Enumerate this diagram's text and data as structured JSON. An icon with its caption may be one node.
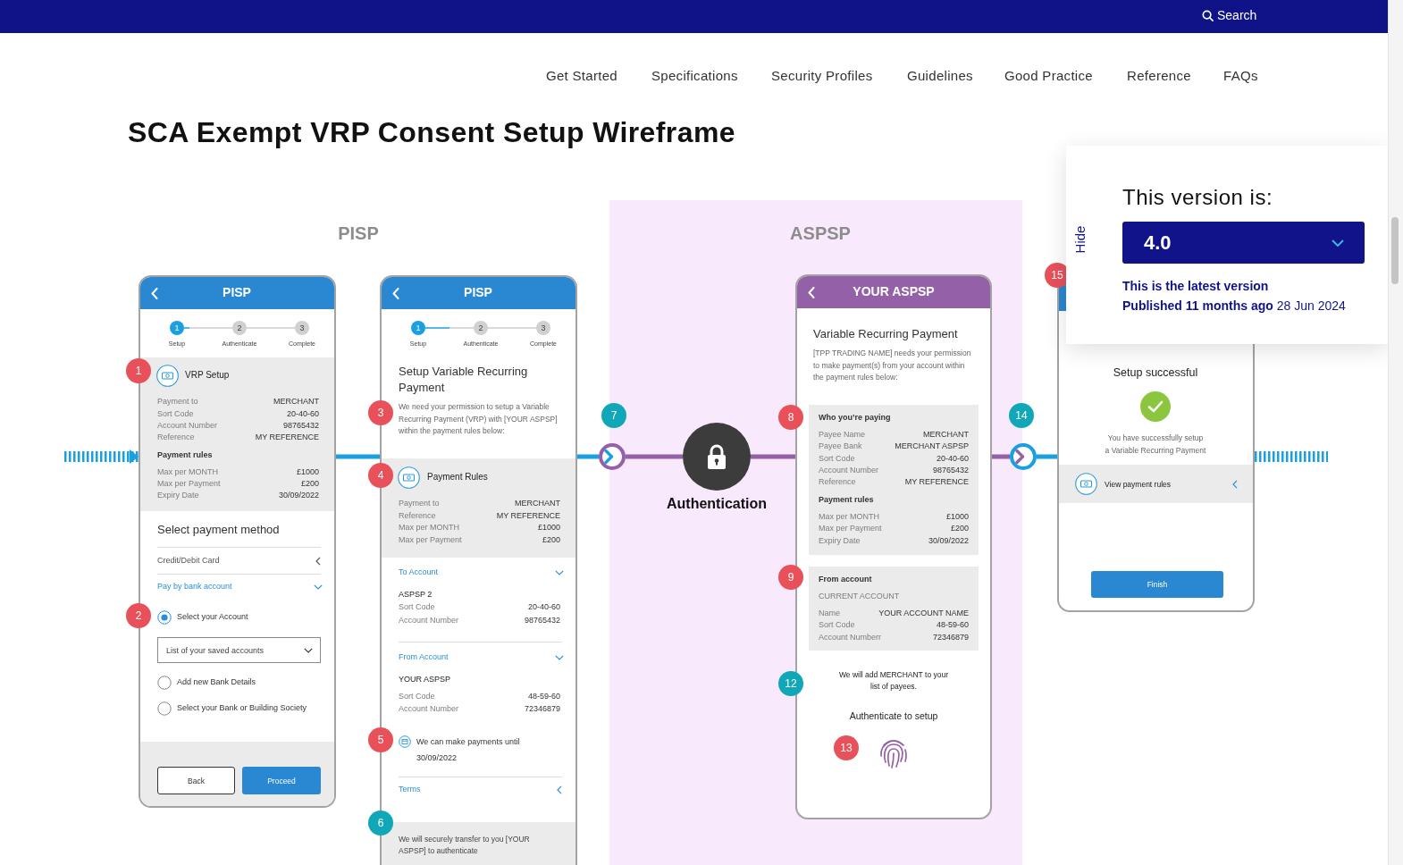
{
  "diagram": {
    "title": "SCA Exempt VRP Consent Setup Wireframe",
    "nodes": [
      {
        "text": [
          "Setup",
          "Authenticate",
          "Complete",
          "Select payment method",
          "Credit/Debit Card",
          "Pay by bank account",
          "Select your Account",
          "Add new Bank Details",
          "Select your Bank or Building Society"
        ]
      },
      {
        "text": [
          "PISP"
        ],
        "in": 0
      },
      {
        "text": [
          "1"
        ],
        "in": 0
      },
      {
        "text": [
          "2"
        ],
        "in": 0
      },
      {
        "text": [
          "3"
        ],
        "in": 0
      },
      {
        "text": [
          "VRP Setup",
          "Payment to",
          "MERCHANT",
          "Sort Code",
          "20-40-60",
          "Account Number",
          "98765432",
          "Reference",
          "MY REFERENCE",
          "Payment rules",
          "Max per MONTH",
          "£1000",
          "Max per Payment",
          "£200",
          "Expiry Date",
          "30/09/2022"
        ],
        "in": 0
      },
      {
        "text": [
          "List of your saved accounts"
        ],
        "in": 0
      },
      {
        "text": [
          "Back"
        ],
        "in": 0
      },
      {
        "text": [
          "Proceed"
        ],
        "in": 0
      },
      {
        "text": [
          "Setup",
          "Authenticate",
          "Complete",
          "Setup Variable Recurring Payment",
          "We need your permission to setup a Variable Recurring Payment (VRP) with [YOUR ASPSP] within the payment rules below:",
          "To Account",
          "ASPSP 2",
          "Sort Code",
          "20-40-60",
          "Account Number",
          "98765432",
          "From Account",
          "YOUR ASPSP",
          "Sort Code",
          "48-59-60",
          "Account Number",
          "72346879",
          "We can make payments until 30/09/2022",
          "Terms"
        ]
      },
      {
        "text": [
          "PISP"
        ],
        "in": 9
      },
      {
        "text": [
          "1"
        ],
        "in": 9
      },
      {
        "text": [
          "2"
        ],
        "in": 9
      },
      {
        "text": [
          "3"
        ],
        "in": 9
      },
      {
        "text": [
          "Payment Rules",
          "Payment to",
          "MERCHANT",
          "Reference",
          "MY REFERENCE",
          "Max per MONTH",
          "£1000",
          "Max per Payment",
          "£200"
        ],
        "in": 9
      },
      {
        "text": [
          "We will securely transfer to you [YOUR ASPSP] to authenticate"
        ],
        "in": 9
      },
      {
        "text": [],
        "shape": "circle"
      },
      {
        "text": [
          "ASPSP"
        ]
      },
      {
        "text": [],
        "shape": "circle",
        "beside": [
          "Authentication"
        ],
        "in": 17
      },
      {
        "text": [
          "Variable Recurring Payment",
          "[TPP TRADING NAME] needs your permission to make payment(s) from your account within the payment rules below:",
          "We will add MERCHANT to your list of payees.",
          "Authenticate to setup"
        ],
        "in": 17
      },
      {
        "text": [
          "YOUR ASPSP"
        ],
        "in": 19
      },
      {
        "text": [
          "Who you’re paying",
          "Payee Name",
          "MERCHANT",
          "Payee Bank",
          "MERCHANT ASPSP",
          "Sort Code",
          "20-40-60",
          "Account Number",
          "98765432",
          "Reference",
          "MY REFERENCE",
          "Payment rules",
          "Max per MONTH",
          "£1000",
          "Max per Payment",
          "£200",
          "Expiry Date",
          "30/09/2022"
        ],
        "in": 19
      },
      {
        "text": [
          "From account",
          "CURRENT ACCOUNT",
          "Name",
          "YOUR ACCOUNT NAME",
          "Sort Code",
          "48-59-60",
          "Account Numberr",
          "72346879"
        ],
        "in": 19
      },
      {
        "text": [],
        "shape": "circle"
      },
      {
        "text": [
          "Setup successful",
          "You have successfully setup a Variable Recurring Payment"
        ]
      },
      {
        "text": [
          "View payment rules"
        ],
        "in": 24
      },
      {
        "text": [
          "Finish"
        ],
        "in": 24
      }
    ],
    "edges": [
      {
        "from": null,
        "to": 0,
        "arrow": "to",
        "style": "dashed"
      },
      {
        "from": 0,
        "to": 9,
        "arrow": "none"
      },
      {
        "from": 9,
        "to": 16,
        "arrow": "to"
      },
      {
        "from": 16,
        "to": 18,
        "arrow": "none",
        "color": "#9461a8"
      },
      {
        "from": 18,
        "to": 19,
        "arrow": "none",
        "color": "#9461a8"
      },
      {
        "from": 19,
        "to": 23,
        "arrow": "to",
        "color": "#9461a8"
      },
      {
        "from": 23,
        "to": 24,
        "arrow": "none"
      },
      {
        "from": 24,
        "to": null,
        "arrow": "none",
        "style": "dashed"
      },
      {
        "from": 2,
        "to": 3,
        "arrow": "none",
        "color": "#cccccc"
      },
      {
        "from": 3,
        "to": 4,
        "arrow": "none",
        "color": "#cccccc"
      },
      {
        "from": 11,
        "to": 12,
        "arrow": "none",
        "color": "#cccccc"
      },
      {
        "from": 12,
        "to": 13,
        "arrow": "none",
        "color": "#cccccc"
      }
    ],
    "labels": [
      "Search",
      "Get Started",
      "Specifications",
      "Security Profiles",
      "Guidelines",
      "Good Practice",
      "Reference",
      "FAQs",
      "PISP",
      "1",
      "2",
      "3",
      "4",
      "5",
      "6",
      "7",
      "8",
      "9",
      "12",
      "13",
      "14",
      "15",
      "Hide",
      "This version is:",
      "4.0",
      "This is the latest version",
      "**Published 11 months ago** 28 Jun 2024"
    ]
  }
}
